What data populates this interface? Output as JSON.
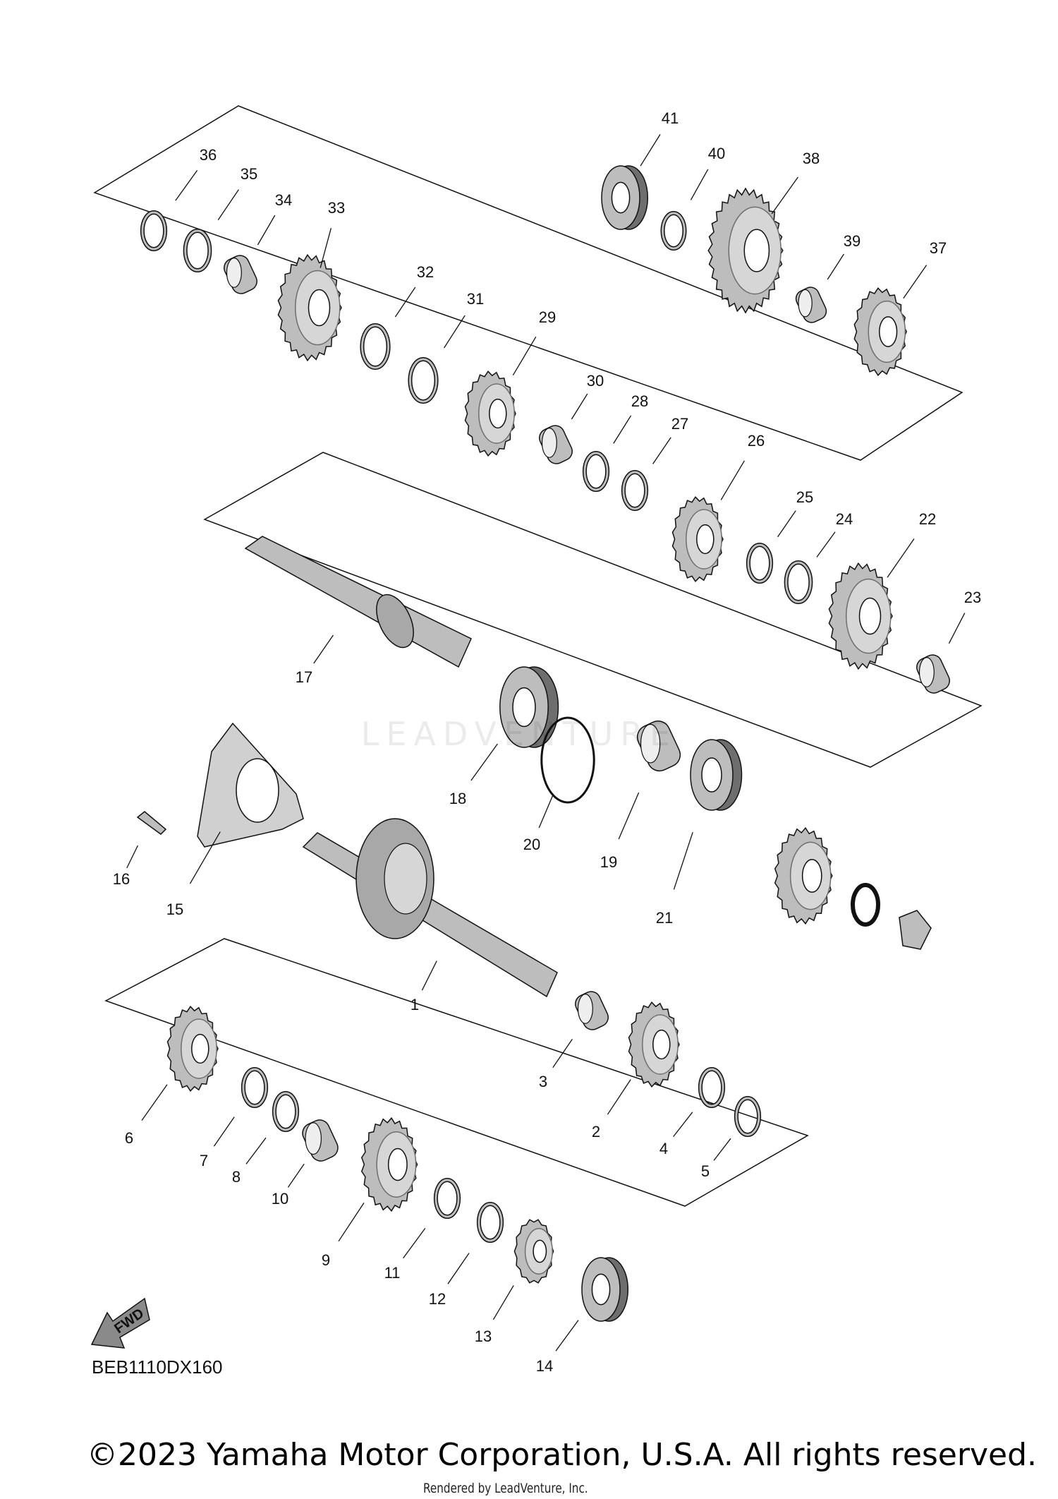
{
  "diagram": {
    "part_numbers": [
      "1",
      "2",
      "3",
      "4",
      "5",
      "6",
      "7",
      "8",
      "9",
      "10",
      "11",
      "12",
      "13",
      "14",
      "15",
      "16",
      "17",
      "18",
      "19",
      "20",
      "21",
      "22",
      "23",
      "24",
      "25",
      "26",
      "27",
      "28",
      "29",
      "30",
      "31",
      "32",
      "33",
      "34",
      "35",
      "36",
      "37",
      "38",
      "39",
      "40",
      "41"
    ],
    "fwd_icon_label": "FWD",
    "diagram_code": "BEB1110DX160",
    "watermark": "LEADVENTURE",
    "copyright": "©2023 Yamaha Motor Corporation, U.S.A. All rights reserved.",
    "rendered_by": "Rendered by LeadVenture, Inc."
  },
  "colors": {
    "line": "#111111",
    "part_fill": "#bdbdbd",
    "part_dark": "#6e6e6e"
  }
}
